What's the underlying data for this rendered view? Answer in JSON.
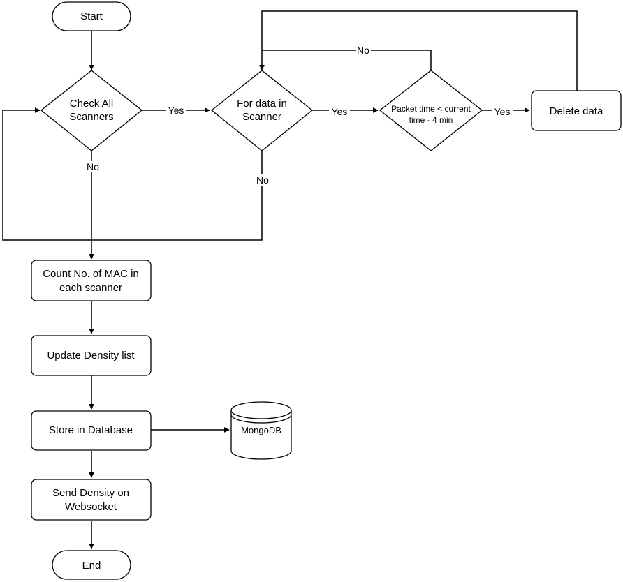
{
  "nodes": {
    "start": "Start",
    "check_all_scanners": [
      "Check All",
      "Scanners"
    ],
    "for_data_in_scanner": [
      "For data in",
      "Scanner"
    ],
    "packet_time_check": [
      "Packet time < current",
      "time - 4 min"
    ],
    "delete_data": "Delete data",
    "count_mac": [
      "Count No. of MAC in",
      "each scanner"
    ],
    "update_density": "Update Density list",
    "store_database": "Store in Database",
    "mongodb": "MongoDB",
    "send_density": [
      "Send Density on",
      "Websocket"
    ],
    "end": "End"
  },
  "edge_labels": {
    "check_yes": "Yes",
    "check_no": "No",
    "for_data_yes": "Yes",
    "for_data_no": "No",
    "packet_yes": "Yes",
    "packet_no": "No"
  }
}
